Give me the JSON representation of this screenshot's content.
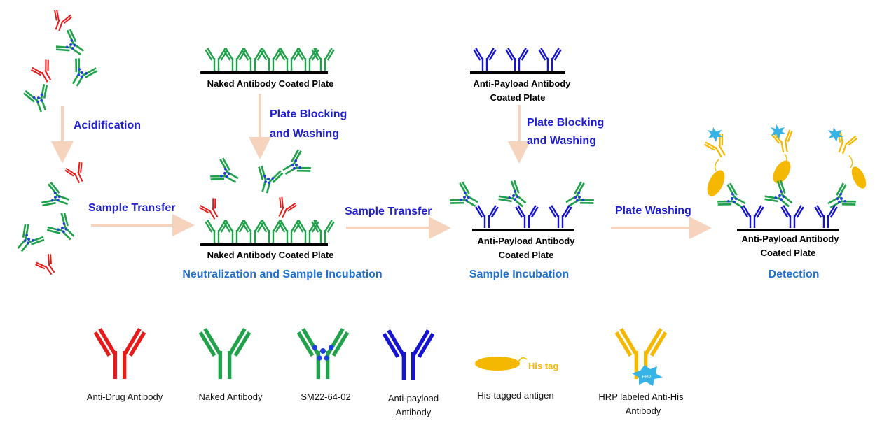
{
  "colors": {
    "anti_drug": "#e81919",
    "naked": "#1fa24a",
    "payload": "#1414d2",
    "his_tag": "#f5b800",
    "hrp": "#38b3e6",
    "sm_dots": "#2040e0",
    "arrow": "#f6d3bd",
    "step_text": "#1f1fd0",
    "stage_text": "#1f6fcf"
  },
  "plates": {
    "naked_top": "Naked Antibody Coated Plate",
    "payload_top_line1": "Anti-Payload Antibody",
    "payload_top_line2": "Coated Plate",
    "naked_mid": "Naked Antibody Coated Plate",
    "payload_mid_line1": "Anti-Payload Antibody",
    "payload_mid_line2": "Coated Plate",
    "payload_right_line1": "Anti-Payload Antibody",
    "payload_right_line2": "Coated Plate"
  },
  "steps": {
    "acidification": "Acidification",
    "blocking1_line1": "Plate Blocking",
    "blocking1_line2": "and Washing",
    "blocking2_line1": "Plate Blocking",
    "blocking2_line2": "and Washing",
    "transfer1": "Sample Transfer",
    "transfer2": "Sample Transfer",
    "washing": "Plate Washing"
  },
  "stages": {
    "neutralization": "Neutralization and Sample Incubation",
    "incubation": "Sample Incubation",
    "detection": "Detection"
  },
  "mini_labels": {
    "his_tag_small": "His tag",
    "hrp": "HRP"
  },
  "legend": {
    "anti_drug": "Anti-Drug Antibody",
    "naked": "Naked Antibody",
    "sm": "SM22-64-02",
    "payload_line1": "Anti-payload",
    "payload_line2": "Antibody",
    "his_antigen": "His-tagged antigen",
    "his_tag": "His tag",
    "hrp_line1": "HRP labeled Anti-His",
    "hrp_line2": "Antibody"
  },
  "icons": [
    "antibody-icon",
    "plate-icon",
    "arrow-icon",
    "antigen-icon",
    "hrp-star-icon"
  ]
}
